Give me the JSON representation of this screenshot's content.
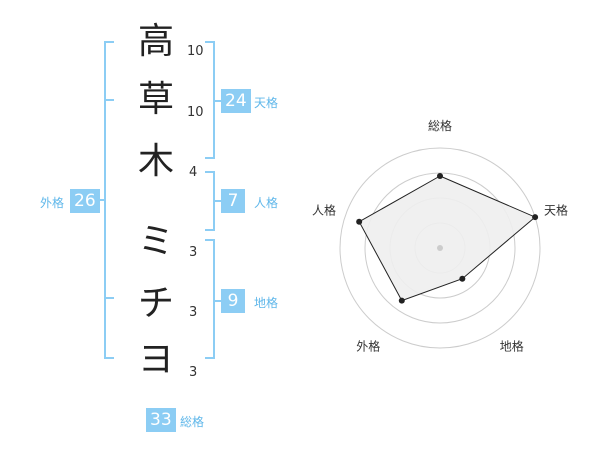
{
  "name": {
    "characters": [
      {
        "char": "高",
        "strokes": "10"
      },
      {
        "char": "草",
        "strokes": "10"
      },
      {
        "char": "木",
        "strokes": "4"
      },
      {
        "char": "ミ",
        "strokes": "3"
      },
      {
        "char": "チ",
        "strokes": "3"
      },
      {
        "char": "ヨ",
        "strokes": "3"
      }
    ]
  },
  "scores": {
    "tenkaku": {
      "label": "天格",
      "value": "24"
    },
    "jinkaku": {
      "label": "人格",
      "value": "7"
    },
    "chikaku": {
      "label": "地格",
      "value": "9"
    },
    "gaikaku": {
      "label": "外格",
      "value": "26"
    },
    "soukaku": {
      "label": "総格",
      "value": "33"
    }
  },
  "colors": {
    "accent": "#8ccdf4",
    "accent_text": "#5fb7ea",
    "bracket": "#8ccdf4",
    "radar_fill": "#eeeeee",
    "radar_stroke": "#222222",
    "ring": "#cccccc"
  },
  "chart_data": {
    "type": "radar",
    "axes": [
      "総格",
      "天格",
      "地格",
      "外格",
      "人格"
    ],
    "values": [
      0.72,
      1.0,
      0.38,
      0.65,
      0.85
    ],
    "max": 1.0,
    "rings": 4
  }
}
